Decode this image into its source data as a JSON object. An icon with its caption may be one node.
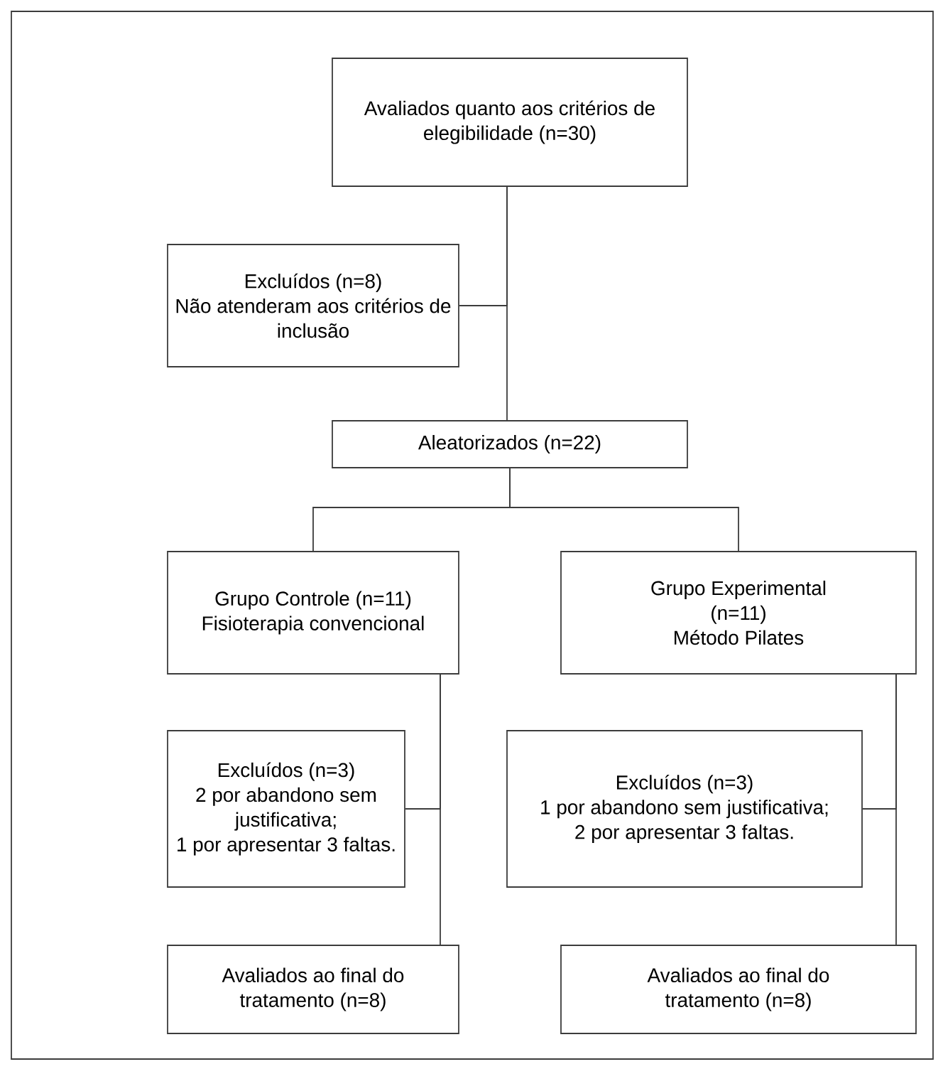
{
  "diagram": {
    "nodes": [
      {
        "text": [
          "Avaliados quanto aos critérios de elegibilidade (n=30)"
        ]
      },
      {
        "text": [
          "Excluídos (n=8)",
          "Não atenderam aos critérios de inclusão"
        ]
      },
      {
        "text": [
          "Aleatorizados (n=22)"
        ]
      },
      {
        "text": [
          "Grupo Controle (n=11)",
          "Fisioterapia convencional"
        ]
      },
      {
        "text": [
          "Grupo Experimental (n=11)",
          "Método Pilates"
        ]
      },
      {
        "text": [
          "Excluídos (n=3)",
          "2 por abandono sem justificativa;",
          "1 por apresentar 3 faltas."
        ]
      },
      {
        "text": [
          "Excluídos (n=3)",
          "1 por abandono sem justificativa;",
          "2 por apresentar 3 faltas."
        ]
      },
      {
        "text": [
          "Avaliados ao final do tratamento (n=8)"
        ]
      },
      {
        "text": [
          "Avaliados ao final do tratamento (n=8)"
        ]
      }
    ],
    "edges": [
      {
        "from": 0,
        "to": 1,
        "arrow": "none"
      },
      {
        "from": 0,
        "to": 2,
        "arrow": "none"
      },
      {
        "from": 2,
        "to": 3,
        "arrow": "none"
      },
      {
        "from": 2,
        "to": 4,
        "arrow": "none"
      },
      {
        "from": 3,
        "to": 5,
        "arrow": "none"
      },
      {
        "from": 3,
        "to": 7,
        "arrow": "none"
      },
      {
        "from": 4,
        "to": 6,
        "arrow": "none"
      },
      {
        "from": 4,
        "to": 8,
        "arrow": "none"
      }
    ]
  }
}
